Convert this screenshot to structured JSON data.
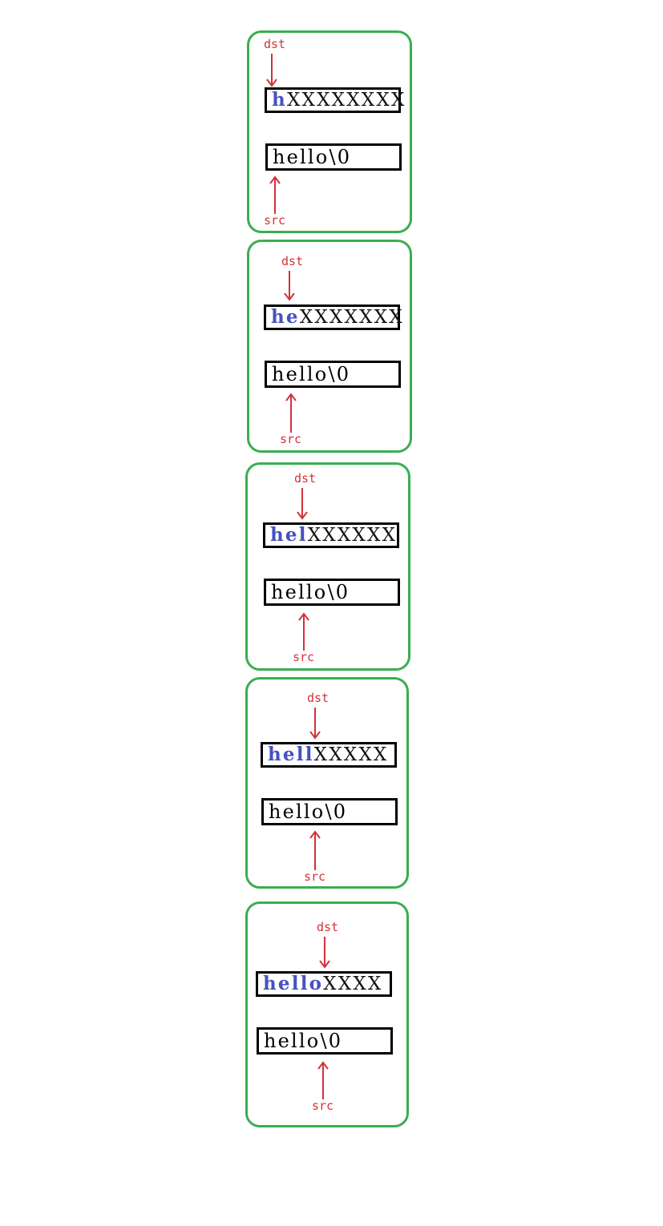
{
  "steps": [
    {
      "dst_label": "dst",
      "src_label": "src",
      "dst_copied": "h",
      "dst_rest": "XXXXXXXX",
      "src_text": "hello\\0"
    },
    {
      "dst_label": "dst",
      "src_label": "src",
      "dst_copied": "he",
      "dst_rest": "XXXXXXX",
      "src_text": "hello\\0"
    },
    {
      "dst_label": "dst",
      "src_label": "src",
      "dst_copied": "hel",
      "dst_rest": "XXXXXX",
      "src_text": "hello\\0"
    },
    {
      "dst_label": "dst",
      "src_label": "src",
      "dst_copied": "hell",
      "dst_rest": "XXXXX",
      "src_text": "hello\\0"
    },
    {
      "dst_label": "dst",
      "src_label": "src",
      "dst_copied": "hello",
      "dst_rest": "XXXX",
      "src_text": "hello\\0"
    }
  ],
  "colors": {
    "panel_border": "#3aae4f",
    "pointer": "#d4313a",
    "copied": "#4652bf",
    "text": "#111111"
  }
}
